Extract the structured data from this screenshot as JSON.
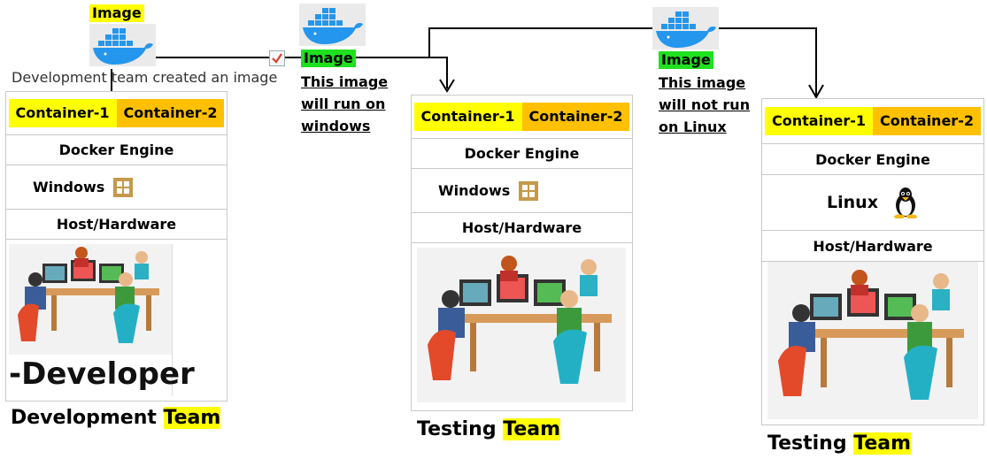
{
  "top_labels": {
    "image_1": "Image",
    "image_2": "Image",
    "image_3": "Image",
    "created_text": "Development team created an image"
  },
  "notes": {
    "windows_note": [
      "This image",
      "will run on",
      "windows"
    ],
    "linux_note": [
      "This image",
      "will not run",
      "on Linux"
    ]
  },
  "stacks": [
    {
      "containers": [
        "Container-1",
        "Container-2"
      ],
      "engine": "Docker Engine",
      "os": "Windows",
      "os_icon": "windows-icon",
      "host": "Host/Hardware",
      "caption": "-Developer",
      "team_prefix": "Development",
      "team_highlight": "Team"
    },
    {
      "containers": [
        "Container-1",
        "Container-2"
      ],
      "engine": "Docker Engine",
      "os": "Windows",
      "os_icon": "windows-icon",
      "host": "Host/Hardware",
      "team_prefix": "Testing",
      "team_highlight": "Team"
    },
    {
      "containers": [
        "Container-1",
        "Container-2"
      ],
      "engine": "Docker Engine",
      "os": "Linux",
      "os_icon": "linux-tux-icon",
      "host": "Host/Hardware",
      "team_prefix": "Testing",
      "team_highlight": "Team"
    }
  ],
  "colors": {
    "container_1": "#ffff00",
    "container_2": "#ffc000",
    "image_label_yellow": "#ffff00",
    "image_label_green": "#1fe11f",
    "docker_blue": "#2496ed",
    "check_red": "#e0402a"
  },
  "icons": [
    "docker-whale-icon",
    "checkbox-check-icon",
    "windows-icon",
    "linux-tux-icon",
    "arrow-down-icon"
  ]
}
